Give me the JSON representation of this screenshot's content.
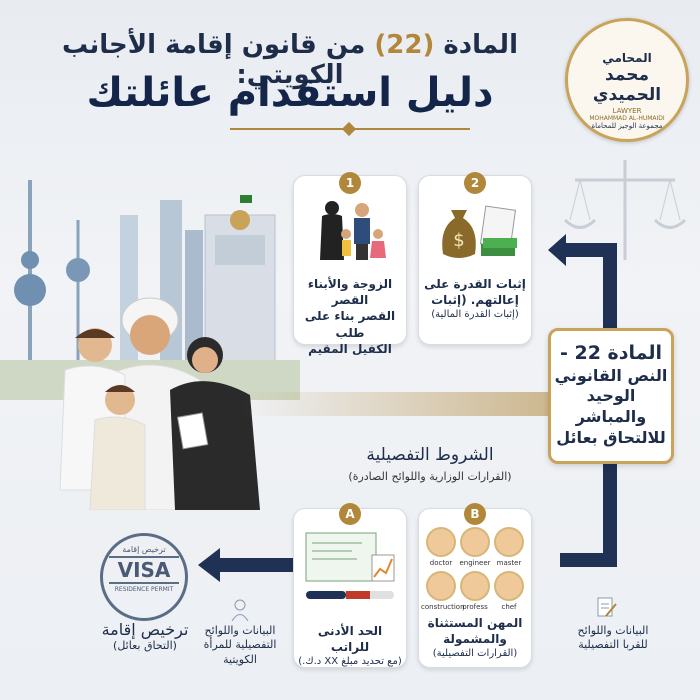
{
  "header": {
    "title_part1": "المادة",
    "title_highlight": "(22)",
    "title_part2": "من قانون إقامة الأجانب الكويتي:",
    "title_main": "دليل استقدام عائلتك"
  },
  "logo": {
    "line1": "المحامي",
    "line2": "محمد الحميدي",
    "line3": "LAWYER",
    "line4": "MOHAMMAD AL-HUMAIDI",
    "line5": "مجموعة الوجيز للمحاماة"
  },
  "cards": {
    "family": {
      "number": "1",
      "line1": "الزوجة والأبناء القصر",
      "line2": "القصر بناء على طلب",
      "line3": "الكفيل المقيم"
    },
    "financial": {
      "number": "2",
      "line1": "إثبات القدرة على",
      "line2": "إعالتهم. (إثبات",
      "line3": "(إثبات القدرة المالية)"
    },
    "salary": {
      "number": "A",
      "line1": "الحد الأدنى للراتب",
      "line2": "(مع تحديد مبلغ XX د.ك.)"
    },
    "professions": {
      "number": "B",
      "line1": "المهن المستثناة",
      "line2": "والمشمولة",
      "line3": "(القرارات التفصيلية)",
      "items": [
        "doctor",
        "engineer",
        "master",
        "construction",
        "profess",
        "chef"
      ]
    }
  },
  "article": {
    "line1": "المادة 22 -",
    "line2": "النص القانوني",
    "line3": "الوحيد",
    "line4": "والمباشر",
    "line5": "للالتحاق بعائل"
  },
  "section": {
    "title": "الشروط التفصيلية",
    "subtitle": "(القرارات الوزارية واللوائح الصادرة)"
  },
  "bottom": {
    "left_note_line1": "البيانات واللوائح",
    "left_note_line2": "التفصيلية للمرأة",
    "left_note_line3": "الكويتية",
    "right_note_line1": "البيانات واللوائح",
    "right_note_line2": "للقربا التفصيلية",
    "permit_title": "ترخيص إقامة",
    "permit_sub": "(التحاق بعائل)",
    "stamp_top": "ترخيص إقامة",
    "stamp_main": "VISA",
    "stamp_bottom": "RESIDENCE PERMIT"
  },
  "colors": {
    "navy": "#1d2d4a",
    "gold": "#b0873b",
    "arrow": "#1f3154"
  }
}
